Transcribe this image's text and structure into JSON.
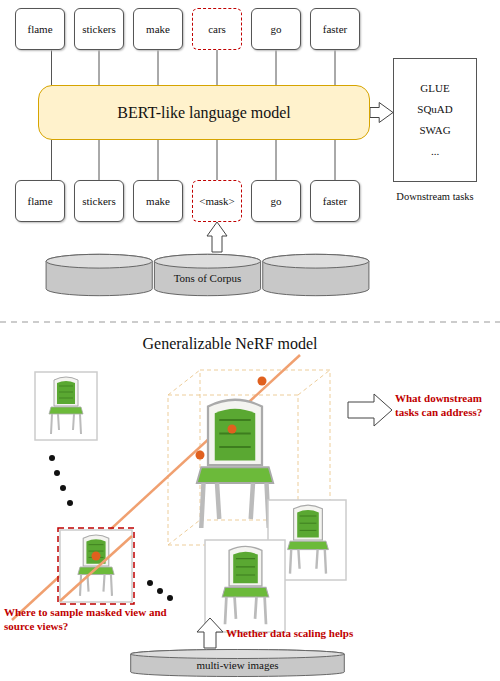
{
  "diagram": {
    "nodes": [
      {
        "text": [
          "flame"
        ]
      },
      {
        "text": [
          "stickers"
        ]
      },
      {
        "text": [
          "make"
        ]
      },
      {
        "text": [
          "cars"
        ]
      },
      {
        "text": [
          "go"
        ]
      },
      {
        "text": [
          "faster"
        ]
      },
      {
        "text": [
          "BERT-like language model"
        ]
      },
      {
        "text": [
          "GLUE",
          "SQuAD",
          "SWAG",
          "...",
          "Downstream tasks"
        ]
      },
      {
        "text": [
          "flame"
        ]
      },
      {
        "text": [
          "stickers"
        ]
      },
      {
        "text": [
          "make"
        ]
      },
      {
        "text": [
          "<mask>"
        ]
      },
      {
        "text": [
          "go"
        ]
      },
      {
        "text": [
          "faster"
        ]
      },
      {
        "text": [
          "Tons of Corpus"
        ]
      },
      {
        "text": [
          "multi-view images"
        ]
      }
    ],
    "edges": [
      {
        "from": 0,
        "to": 6,
        "arrow": "none"
      },
      {
        "from": 1,
        "to": 6,
        "arrow": "none"
      },
      {
        "from": 2,
        "to": 6,
        "arrow": "none"
      },
      {
        "from": 3,
        "to": 6,
        "arrow": "none"
      },
      {
        "from": 4,
        "to": 6,
        "arrow": "none"
      },
      {
        "from": 5,
        "to": 6,
        "arrow": "none"
      },
      {
        "from": 8,
        "to": 6,
        "arrow": "none"
      },
      {
        "from": 9,
        "to": 6,
        "arrow": "none"
      },
      {
        "from": 10,
        "to": 6,
        "arrow": "none"
      },
      {
        "from": 11,
        "to": 6,
        "arrow": "none"
      },
      {
        "from": 12,
        "to": 6,
        "arrow": "none"
      },
      {
        "from": 13,
        "to": 6,
        "arrow": "none"
      },
      {
        "from": 6,
        "to": 7,
        "arrow": "to"
      },
      {
        "from": 14,
        "to": 11,
        "arrow": "to"
      }
    ],
    "labels": [
      "Generalizable NeRF model",
      "What downstream tasks can address?",
      "Where to sample masked view and source views?",
      "Whether data scaling helps"
    ]
  }
}
